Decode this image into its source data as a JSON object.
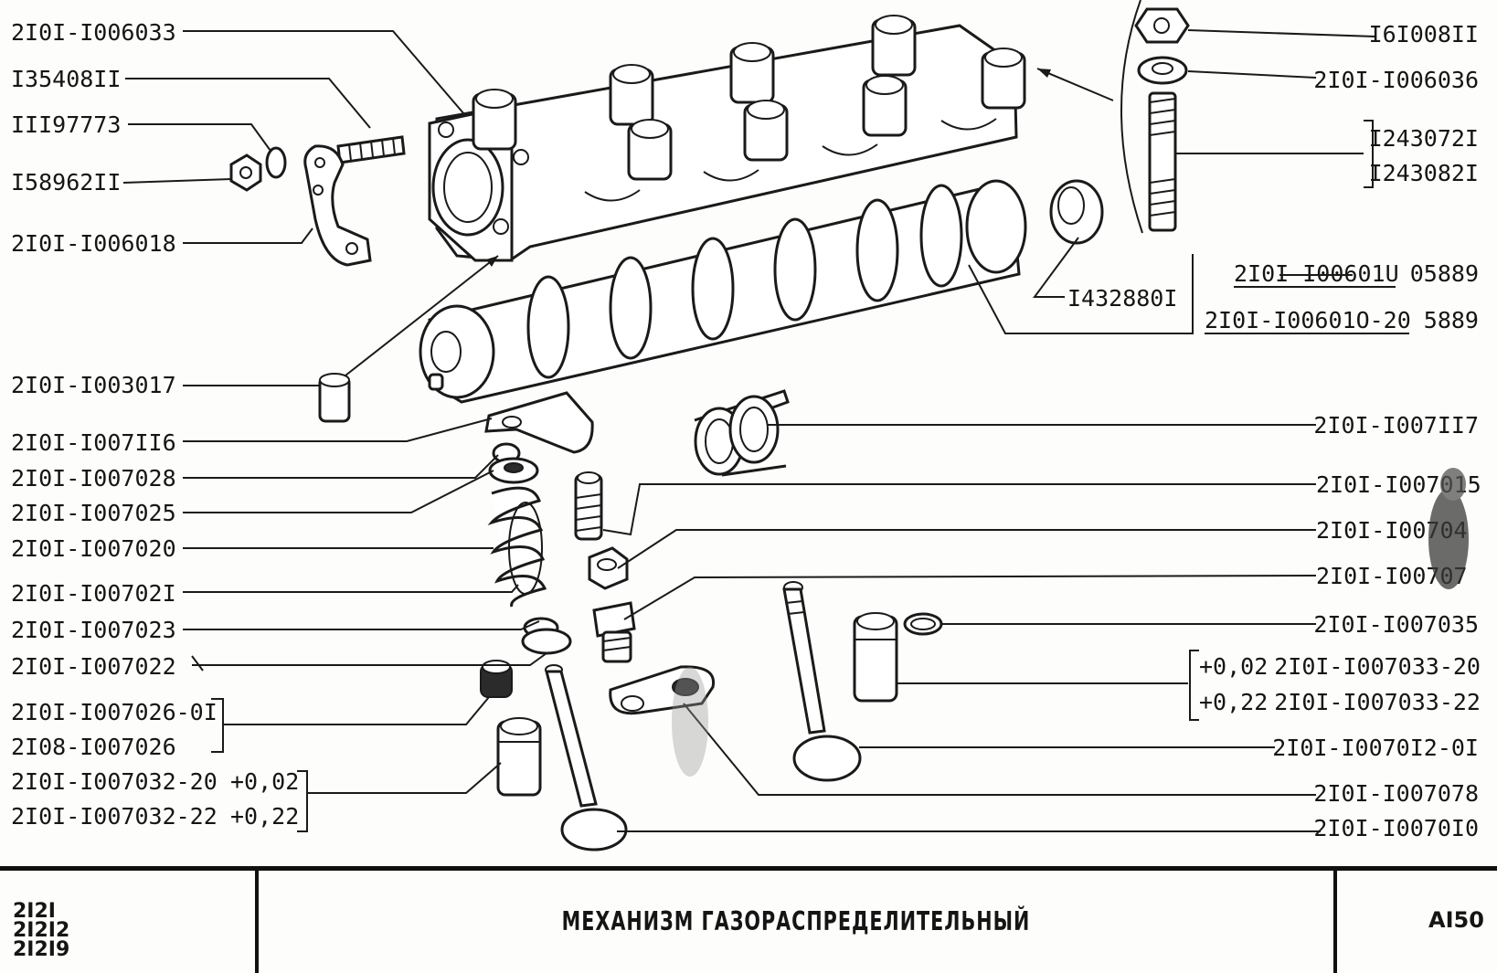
{
  "labels_left": [
    {
      "id": "cam-housing",
      "text": "2I0I-I006033"
    },
    {
      "id": "stud-small",
      "text": "I35408II"
    },
    {
      "id": "washer-small",
      "text": "III97773"
    },
    {
      "id": "nut-small",
      "text": "I58962II"
    },
    {
      "id": "bracket",
      "text": "2I0I-I006018"
    },
    {
      "id": "bushing",
      "text": "2I0I-I003017"
    },
    {
      "id": "rocker-arm",
      "text": "2I0I-I007II6"
    },
    {
      "id": "cotter",
      "text": "2I0I-I007028"
    },
    {
      "id": "spring-plate",
      "text": "2I0I-I007025"
    },
    {
      "id": "spring-outer",
      "text": "2I0I-I007020"
    },
    {
      "id": "spring-inner",
      "text": "2I0I-I00702I"
    },
    {
      "id": "washer-inner",
      "text": "2I0I-I007023"
    },
    {
      "id": "washer-outer",
      "text": "2I0I-I007022"
    },
    {
      "id": "seal-a",
      "text": "2I0I-I007026-0I"
    },
    {
      "id": "seal-b",
      "text": "2I08-I007026"
    },
    {
      "id": "guide-a",
      "text": "2I0I-I007032-20",
      "tolerance": "+0,02"
    },
    {
      "id": "guide-b",
      "text": "2I0I-I007032-22",
      "tolerance": "+0,22"
    }
  ],
  "labels_right": [
    {
      "id": "nut-top",
      "text": "I6I008II"
    },
    {
      "id": "washer-top",
      "text": "2I0I-I006036"
    },
    {
      "id": "stud-a",
      "text": "I243072I"
    },
    {
      "id": "stud-b",
      "text": "I243082I"
    },
    {
      "id": "camshaft-plug",
      "text": "I432880I"
    },
    {
      "id": "camshaft-a",
      "text": "2I0I-I00601U",
      "code": "05889"
    },
    {
      "id": "camshaft-b",
      "text": "2I0I-I00601O-20",
      "code": "5889"
    },
    {
      "id": "spring-clip",
      "text": "2I0I-I007II7"
    },
    {
      "id": "adjust-bolt",
      "text": "2I0I-I007015"
    },
    {
      "id": "lock-nut",
      "text": "2I0I-I00704"
    },
    {
      "id": "bolt-bushing",
      "text": "2I0I-I00707"
    },
    {
      "id": "ring",
      "text": "2I0I-I007035"
    },
    {
      "id": "guide-c",
      "text": "2I0I-I007033-20",
      "tolerance": "+0,02"
    },
    {
      "id": "guide-d",
      "text": "2I0I-I007033-22",
      "tolerance": "+0,22"
    },
    {
      "id": "valve-exhaust",
      "text": "2I0I-I0070I2-0I"
    },
    {
      "id": "plate",
      "text": "2I0I-I007078"
    },
    {
      "id": "valve-intake",
      "text": "2I0I-I0070I0"
    }
  ],
  "title_block": {
    "models": [
      "2I2I",
      "2I2I2",
      "2I2I9"
    ],
    "title": "МЕХАНИЗМ ГАЗОРАСПРЕДЕЛИТЕЛЬНЫЙ",
    "sheet": "AI50"
  }
}
